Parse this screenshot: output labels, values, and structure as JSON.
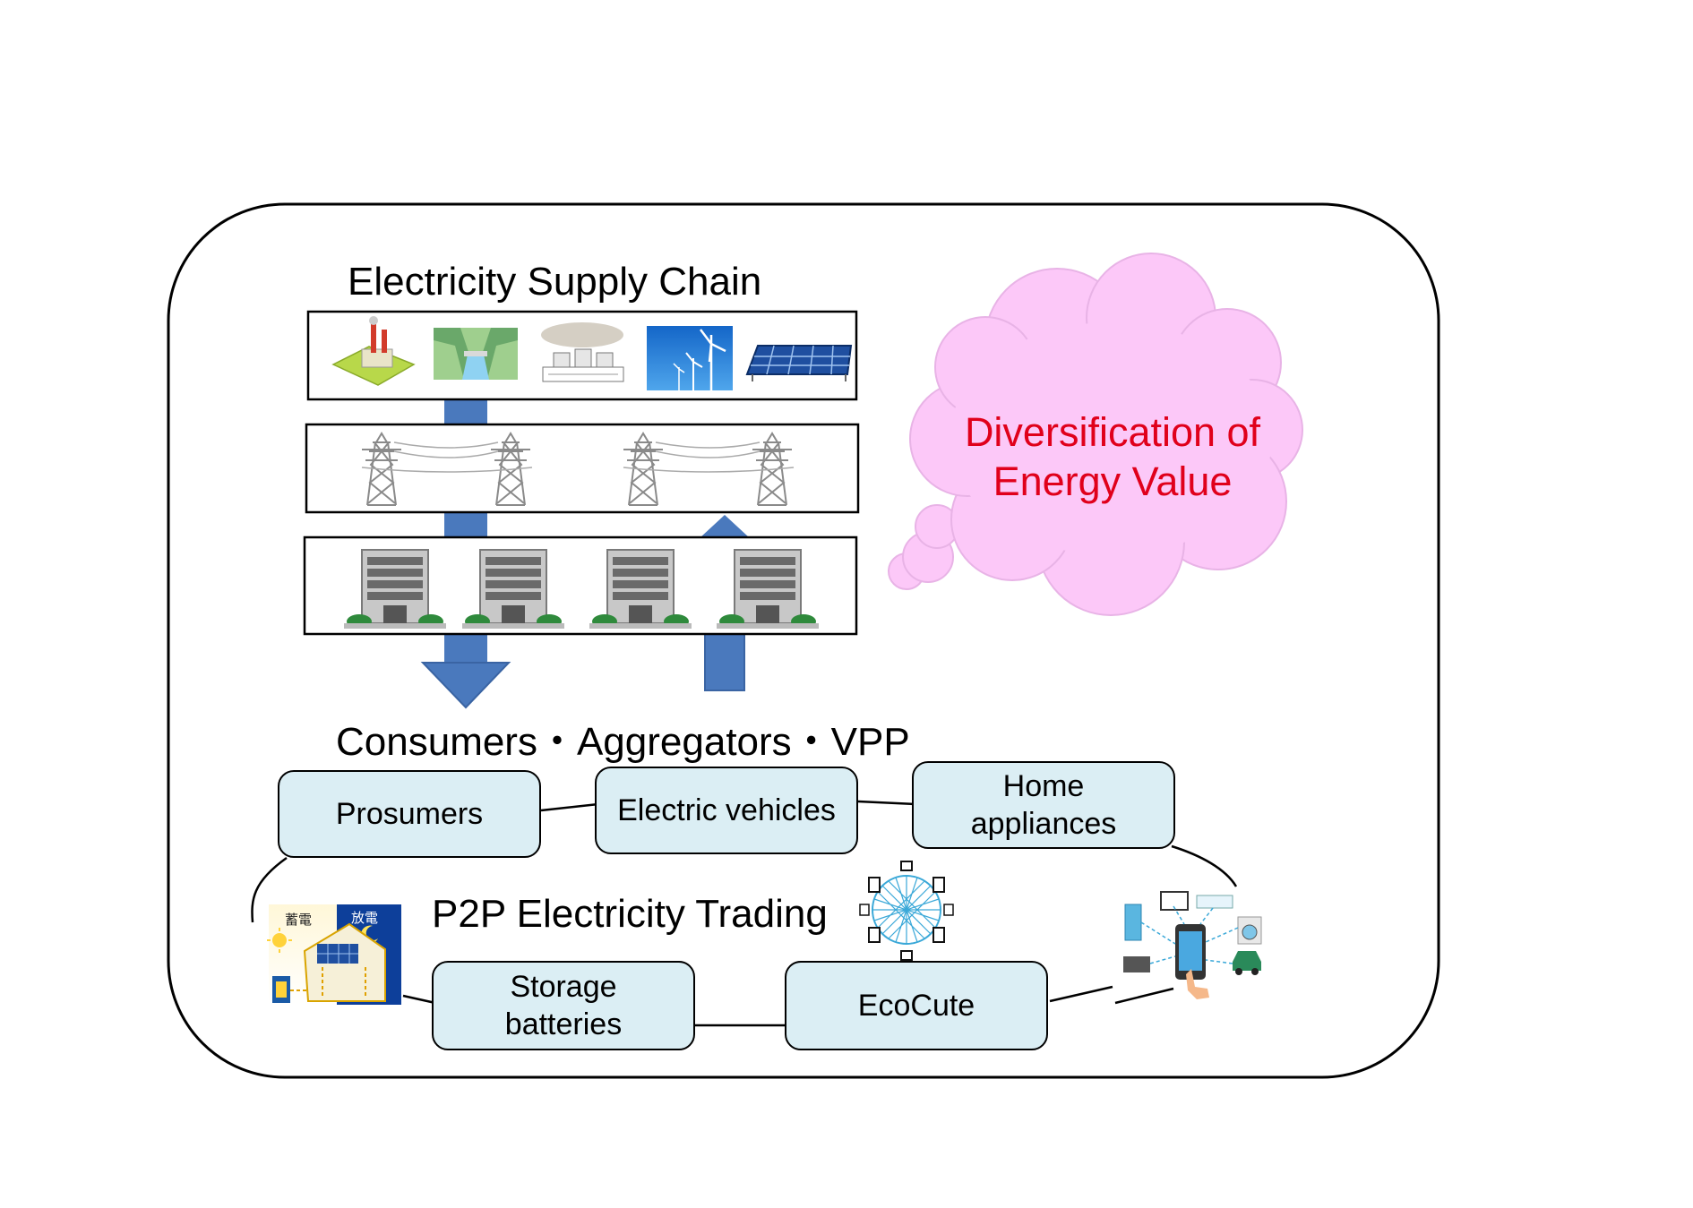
{
  "supply_chain": {
    "title": "Electricity Supply Chain",
    "generation_icons": [
      "power-plant-icon",
      "hydro-dam-icon",
      "nuclear-plant-icon",
      "wind-turbine-icon",
      "solar-panel-icon"
    ],
    "transmission_icons": [
      "transmission-tower-icon"
    ],
    "building_icons": [
      "office-building-icon"
    ]
  },
  "cloud": {
    "line1": "Diversification of",
    "line2": "Energy Value",
    "fill": "#fcc8f8",
    "text_color": "#e0001b"
  },
  "consumers_label": "Consumers・Aggregators・VPP",
  "nodes": {
    "prosumers": "Prosumers",
    "electric_vehicles": "Electric vehicles",
    "home_appliances_1": "Home",
    "home_appliances_2": "appliances",
    "storage_1": "Storage",
    "storage_2": "batteries",
    "ecocute": "EcoCute"
  },
  "p2p_label": "P2P Electricity Trading",
  "storage_house_icon": {
    "left_label": "蓄電",
    "right_label": "放電"
  },
  "colors": {
    "arrow": "#4a79bd",
    "box_fill": "#dbeef4"
  }
}
